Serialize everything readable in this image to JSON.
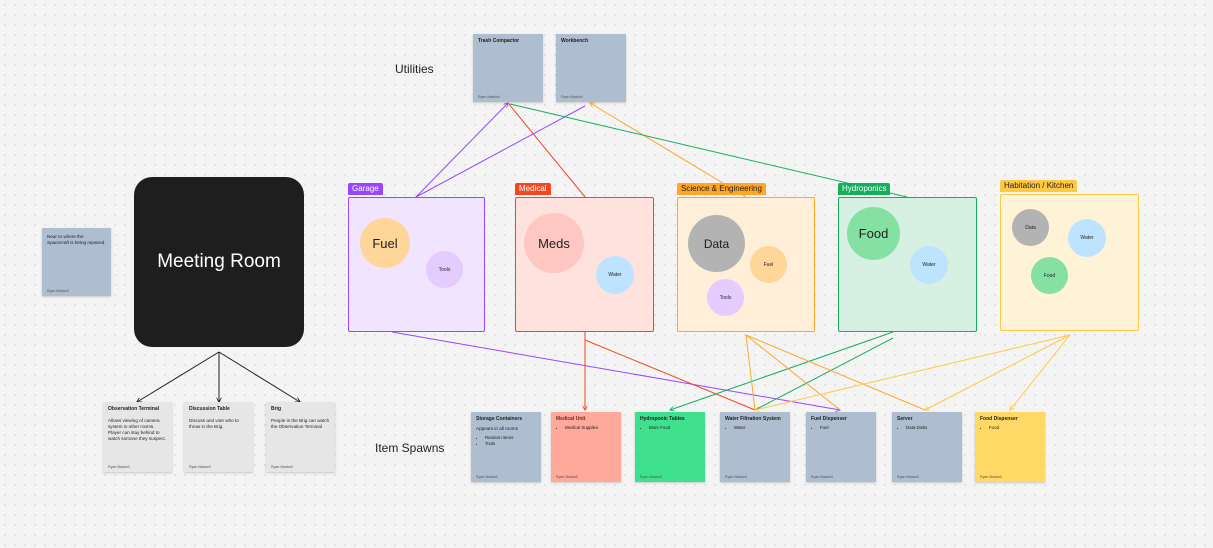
{
  "headings": {
    "utilities": "Utilities",
    "item_spawns": "Item Spawns"
  },
  "meeting_room": {
    "label": "Meeting Room"
  },
  "side_note": {
    "text": "Near to where the Spacecraft is being repaired.",
    "author": "Ryan Maskell"
  },
  "utilities": [
    {
      "title": "Trash Compactor",
      "author": "Ryan Maskell"
    },
    {
      "title": "Workbench",
      "author": "Ryan Maskell"
    }
  ],
  "meeting_items": [
    {
      "title": "Observation Terminal",
      "body": "Allows viewing of camera system in other rooms. Player can stay behind to watch somone they suspect.",
      "author": "Ryan Maskell"
    },
    {
      "title": "Discussion Table",
      "body": "Discuss and vote who to throw in the Brig.",
      "author": "Ryan Maskell"
    },
    {
      "title": "Brig",
      "body": "People in the Brig can watch the Observation Terminal",
      "author": "Ryan Maskell"
    }
  ],
  "sections": [
    {
      "tag": "Garage",
      "circles": [
        "Fuel",
        "Tools"
      ]
    },
    {
      "tag": "Medical",
      "circles": [
        "Meds",
        "Water"
      ]
    },
    {
      "tag": "Science & Engineering",
      "circles": [
        "Data",
        "Fuel",
        "Tools"
      ]
    },
    {
      "tag": "Hydroponics",
      "circles": [
        "Food",
        "Water"
      ]
    },
    {
      "tag": "Habitation / Kitchen",
      "circles": [
        "Data",
        "Water",
        "Food"
      ]
    }
  ],
  "spawns": [
    {
      "title": "Storage Containers",
      "body": "Appears in all rooms",
      "items": [
        "Random items",
        "Tools"
      ],
      "author": "Ryan Maskell"
    },
    {
      "title": "Medical Unit",
      "items": [
        "Medical Supplies"
      ],
      "author": "Ryan Maskell"
    },
    {
      "title": "Hydroponic Tables",
      "items": [
        "More Food"
      ],
      "author": "Ryan Maskell"
    },
    {
      "title": "Water Filtration System",
      "items": [
        "Water"
      ],
      "author": "Ryan Maskell"
    },
    {
      "title": "Fuel Dispenser",
      "items": [
        "Fuel"
      ],
      "author": "Ryan Maskell"
    },
    {
      "title": "Server",
      "items": [
        "Data Disks"
      ],
      "author": "Ryan Maskell"
    },
    {
      "title": "Food Dispenser",
      "items": [
        "Food"
      ],
      "author": "Ryan Maskell"
    }
  ],
  "colors": {
    "garage": "#9747ff",
    "medical": "#f24822",
    "science": "#ffa629",
    "hydroponics": "#14ae5c",
    "habitation": "#ffc943",
    "sticky_grey": "#aebdd0"
  }
}
